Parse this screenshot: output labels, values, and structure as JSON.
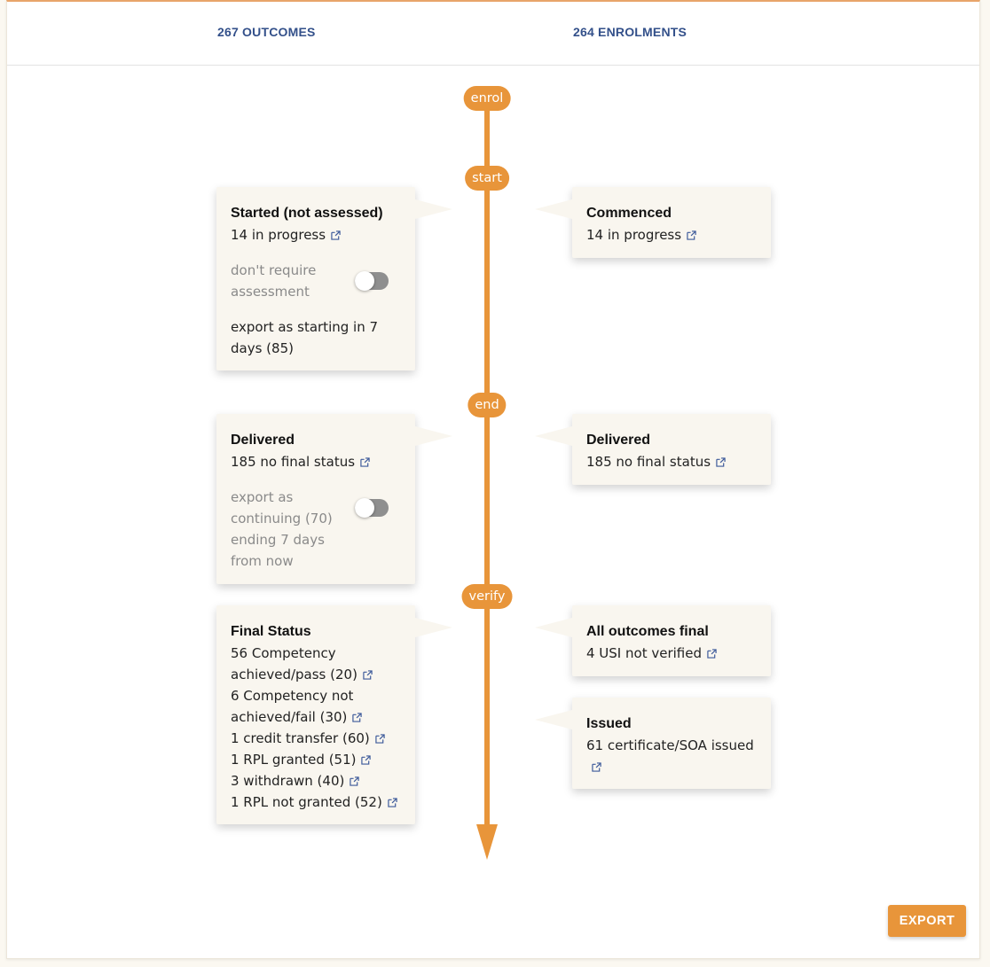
{
  "tabs": {
    "outcomes": "267 OUTCOMES",
    "enrolments": "264 ENROLMENTS"
  },
  "stages": {
    "enrol": "enrol",
    "start": "start",
    "end": "end",
    "verify": "verify"
  },
  "started_card": {
    "title": "Started (not assessed)",
    "in_progress": "14 in progress",
    "toggle_label": "don't require assessment",
    "toggle_on": false,
    "export_text": "export as starting in 7 days (85)"
  },
  "commenced_card": {
    "title": "Commenced",
    "in_progress": "14 in progress"
  },
  "delivered_left_card": {
    "title": "Delivered",
    "no_final": "185 no final status",
    "toggle_label": "export as continuing (70) ending 7 days from now",
    "toggle_on": false
  },
  "delivered_right_card": {
    "title": "Delivered",
    "no_final": "185 no final status"
  },
  "final_status_card": {
    "title": "Final Status",
    "items": [
      "56 Competency achieved/pass (20)",
      "6 Competency not achieved/fail (30)",
      "1 credit transfer (60)",
      "1 RPL granted (51)",
      "3 withdrawn (40)",
      "1 RPL not granted (52)"
    ]
  },
  "all_final_card": {
    "title": "All outcomes final",
    "usi": "4 USI not verified"
  },
  "issued_card": {
    "title": "Issued",
    "certificates": "61 certificate/SOA issued"
  },
  "export_button": "EXPORT",
  "colors": {
    "accent": "#e8953a",
    "tab_text": "#33508a",
    "card_bg": "#f9f6ef",
    "link_icon": "#3d5a9a"
  },
  "icons": {
    "link": "external-link-icon"
  }
}
